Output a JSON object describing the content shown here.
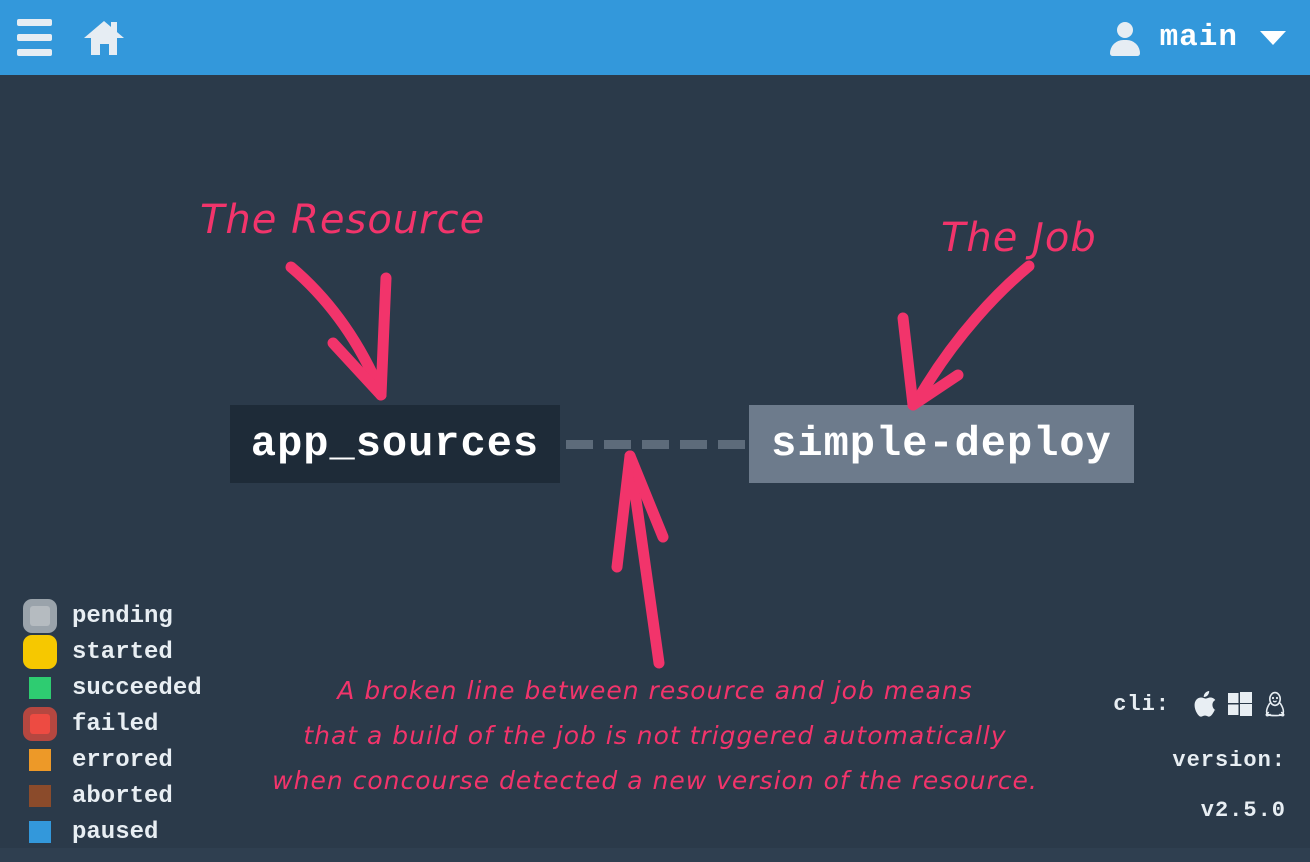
{
  "topbar": {
    "menu_icon": "hamburger-icon",
    "home_icon": "home-icon",
    "user_icon": "person-icon",
    "user_name": "main",
    "caret_icon": "chevron-down-icon",
    "background_color": "#3398db"
  },
  "canvas": {
    "background_color": "#2b3a4a"
  },
  "pipeline": {
    "resource": {
      "name": "app_sources",
      "background_color": "#1e2b38",
      "status": "resource"
    },
    "job": {
      "name": "simple-deploy",
      "background_color": "#6d7b8c",
      "status": "pending"
    },
    "link": {
      "style": "broken",
      "color": "#5d6b7a",
      "dash_count": 5
    }
  },
  "annotations": {
    "accent_color": "#f2346b",
    "resource_label": "The Resource",
    "job_label": "The Job",
    "note_lines": [
      "A broken line between resource and job means",
      "that a build of the job is not triggered automatically",
      "when concourse detected a new version of the resource."
    ],
    "arrows": {
      "resource_arrow": "curved-arrow-down-right-icon",
      "job_arrow": "curved-arrow-down-left-icon",
      "link_arrow": "arrow-up-icon"
    }
  },
  "legend": {
    "items": [
      {
        "label": "pending",
        "color": "#b5bbc0",
        "outline": true,
        "outline_color": "#9aa3ab"
      },
      {
        "label": "started",
        "color": "#f6c800",
        "outline": true,
        "outline_color": "#f6c800"
      },
      {
        "label": "succeeded",
        "color": "#2ecc71",
        "outline": false,
        "outline_color": ""
      },
      {
        "label": "failed",
        "color": "#ed4b42",
        "outline": true,
        "outline_color": "#b54740"
      },
      {
        "label": "errored",
        "color": "#ed9928",
        "outline": false,
        "outline_color": ""
      },
      {
        "label": "aborted",
        "color": "#8b4b2b",
        "outline": false,
        "outline_color": ""
      },
      {
        "label": "paused",
        "color": "#3398db",
        "outline": false,
        "outline_color": ""
      }
    ]
  },
  "footer": {
    "cli_label": "cli:",
    "cli_icons": [
      "apple-icon",
      "windows-icon",
      "linux-penguin-icon"
    ],
    "version_label": "version:",
    "version_value": "v2.5.0"
  }
}
